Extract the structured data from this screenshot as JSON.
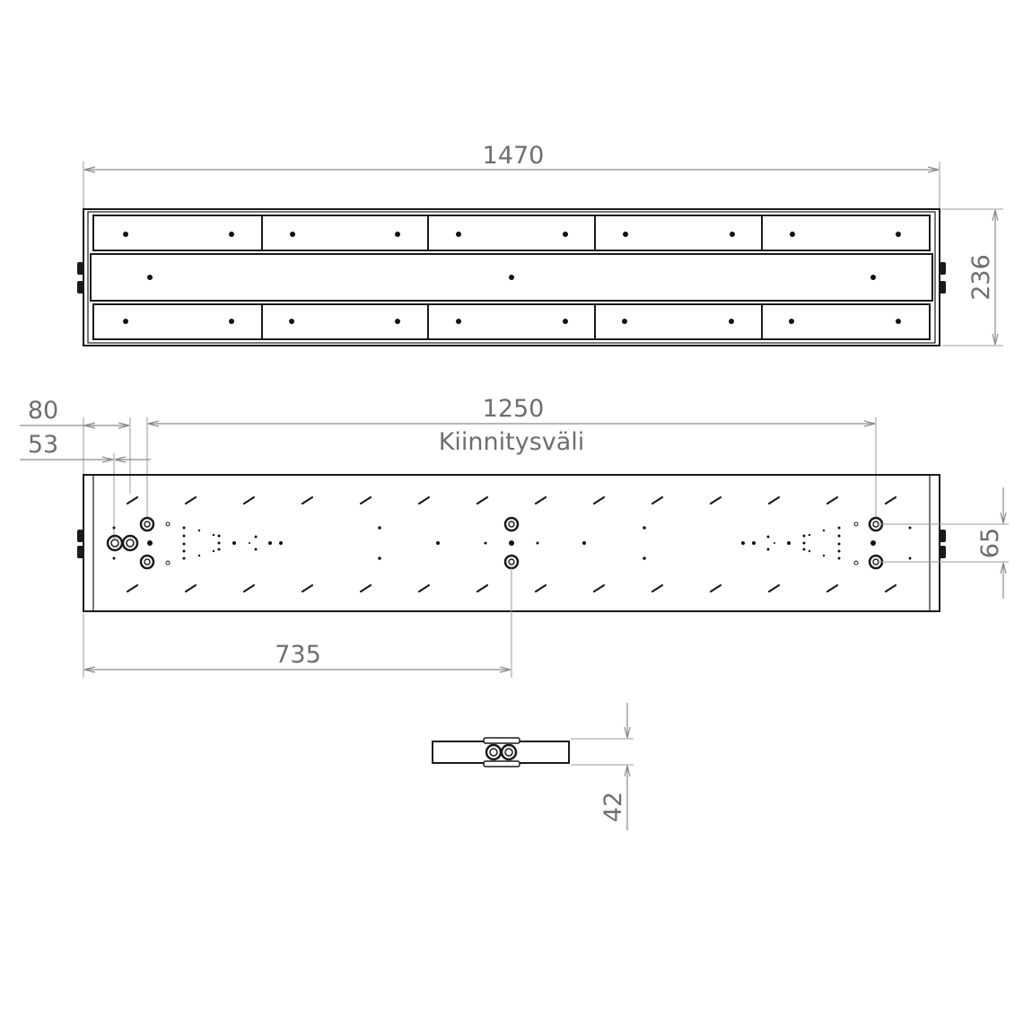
{
  "dimensions": {
    "overall_length": "1470",
    "width": "236",
    "offset_80": "80",
    "offset_53": "53",
    "mount_spacing": "1250",
    "mount_label": "Kiinnitysväli",
    "center_offset": "735",
    "bracket_spacing": "65",
    "height": "42"
  },
  "colors": {
    "outline": "#1a1a1a",
    "dimension": "#8a8a8a",
    "dimension_text": "#6e6e6e"
  }
}
